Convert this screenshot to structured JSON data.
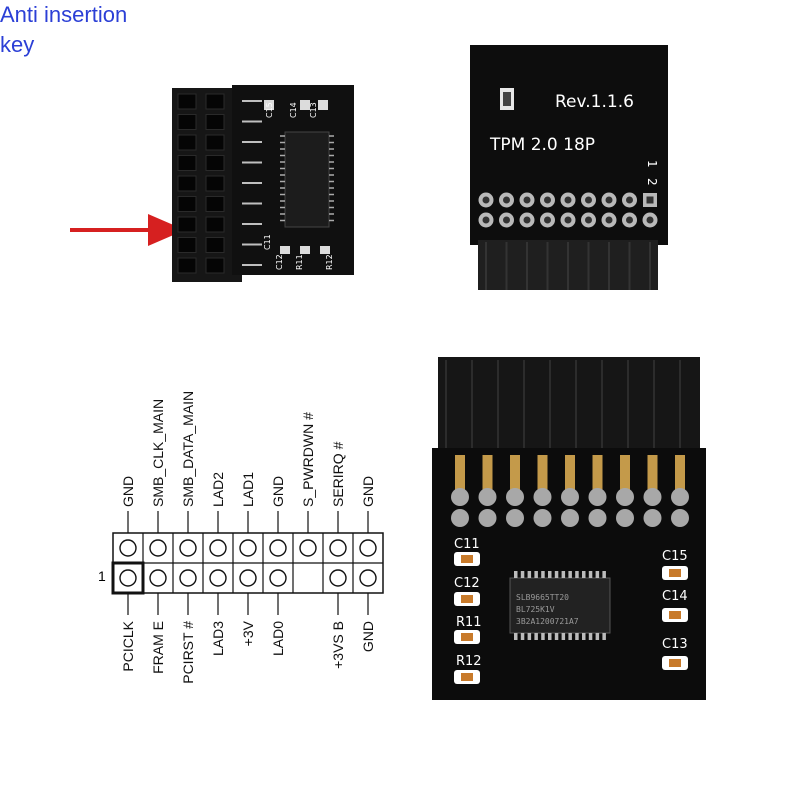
{
  "callout": {
    "line1": "Anti insertion",
    "line2": "key",
    "arrow_color": "#d62020",
    "text_color": "#2b3fd6"
  },
  "board_top_right": {
    "revision": "Rev.1.1.6",
    "title": "TPM 2.0  18P",
    "pin_mark_1": "1",
    "pin_mark_2": "2"
  },
  "board_top_left": {
    "silk": [
      "C15",
      "C14",
      "C13",
      "C11",
      "C12",
      "R11",
      "R12"
    ]
  },
  "pinout": {
    "row_number": "1",
    "top_labels": [
      "GND",
      "SMB_CLK_MAIN",
      "SMB_DATA_MAIN",
      "LAD2",
      "LAD1",
      "GND",
      "S_PWRDWN #",
      "SERIRQ #",
      "GND"
    ],
    "bottom_labels": [
      "PCICLK",
      "FRAM E",
      "PCIRST #",
      "LAD3",
      "+3V",
      "LAD0",
      "",
      "+3VS B",
      "GND"
    ],
    "missing_pin_index": 6
  },
  "board_bottom_right": {
    "silk_left": [
      "C11",
      "C12",
      "R11",
      "R12"
    ],
    "silk_right": [
      "C15",
      "C14",
      "C13"
    ],
    "chip_lines": [
      "SLB9665TT20",
      "BL725K1V",
      "3B2A1200721A7"
    ]
  }
}
